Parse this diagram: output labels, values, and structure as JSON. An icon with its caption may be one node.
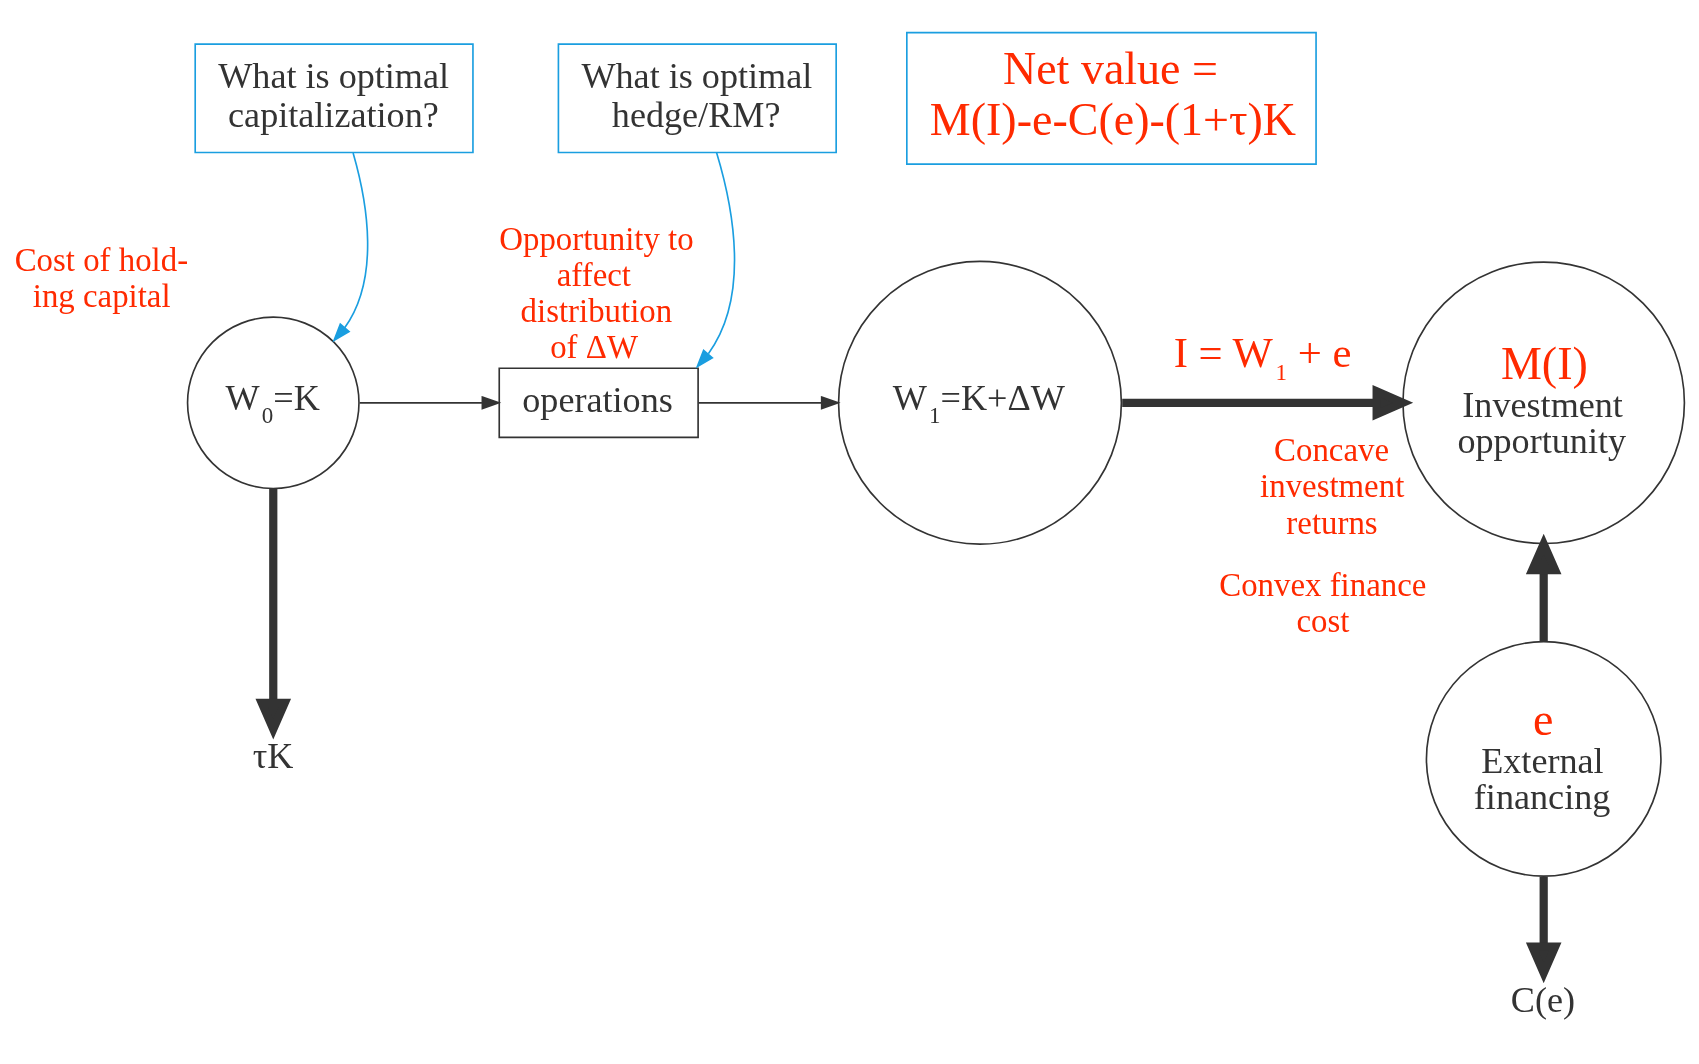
{
  "diagram": {
    "nodes": [
      {
        "text": [
          "What is optimal capitalization?"
        ]
      },
      {
        "text": [
          "What is optimal hedge/RM?"
        ]
      },
      {
        "text": [
          "Net value = M(I)-e-C(e)-(1+τ)K"
        ]
      },
      {
        "text": [
          "W$_{0}$=K"
        ],
        "beside": [
          "Cost of hold- ing capital"
        ]
      },
      {
        "text": [
          "operations"
        ],
        "beside": [
          "Opportunity to affect distribution of ΔW"
        ]
      },
      {
        "text": [
          "W$_{1}$=K+ΔW"
        ]
      },
      {
        "text": [
          "M(I)",
          "Investment opportunity"
        ],
        "beside": [
          "Concave investment returns"
        ]
      },
      {
        "text": [
          "e",
          "External financing"
        ],
        "beside": [
          "Convex finance cost"
        ]
      },
      {
        "text": [
          "τK"
        ]
      },
      {
        "text": [
          "C(e)"
        ]
      }
    ],
    "edges": [
      {
        "from": 0,
        "to": 3,
        "arrow": "to",
        "color": "#1a9ee0"
      },
      {
        "from": 1,
        "to": 4,
        "arrow": "to",
        "color": "#1a9ee0"
      },
      {
        "from": 3,
        "to": 4,
        "arrow": "to"
      },
      {
        "from": 4,
        "to": 5,
        "arrow": "to"
      },
      {
        "from": 5,
        "to": 6,
        "arrow": "to",
        "style": "thick",
        "label": "I = W$_{1}$ + e"
      },
      {
        "from": 7,
        "to": 6,
        "arrow": "to",
        "style": "thick"
      },
      {
        "from": 7,
        "to": 9,
        "arrow": "to",
        "style": "thick"
      },
      {
        "from": 3,
        "to": 8,
        "arrow": "to",
        "style": "thick"
      }
    ]
  }
}
